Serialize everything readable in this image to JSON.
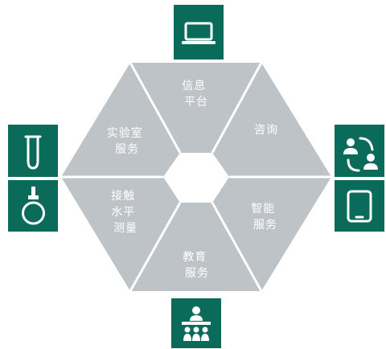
{
  "segments": {
    "top": {
      "lines": [
        "信息",
        "平台"
      ]
    },
    "upper_right": {
      "lines": [
        "咨询"
      ]
    },
    "lower_right": {
      "lines": [
        "智能",
        "服务"
      ]
    },
    "bottom": {
      "lines": [
        "教育",
        "服务"
      ]
    },
    "lower_left": {
      "lines": [
        "接触",
        "水平",
        "测量"
      ]
    },
    "upper_left": {
      "lines": [
        "实验室",
        "服务"
      ]
    }
  },
  "icons": {
    "top": "laptop-icon",
    "right_upper": "consulting-people-icon",
    "right_lower": "tablet-icon",
    "bottom": "classroom-icon",
    "left_upper": "test-tube-icon",
    "left_lower": "flask-icon"
  },
  "colors": {
    "tile": "#0b6b5b",
    "segment": "#bec3c7",
    "text": "#ffffff"
  }
}
